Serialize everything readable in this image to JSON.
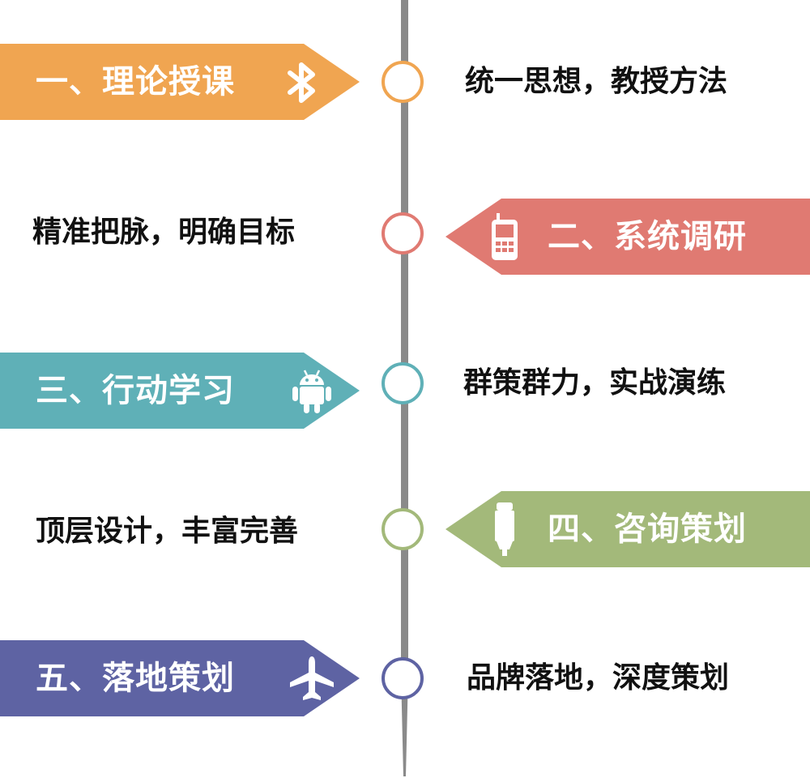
{
  "steps": [
    {
      "label": "一、理论授课",
      "caption": "统一思想，教授方法",
      "color": "#f0a551",
      "icon": "bluetooth-icon"
    },
    {
      "label": "二、系统调研",
      "caption": "精准把脉，明确目标",
      "color": "#e07a72",
      "icon": "mobile-phone-icon"
    },
    {
      "label": "三、行动学习",
      "caption": "群策群力，实战演练",
      "color": "#5fb0b7",
      "icon": "android-icon"
    },
    {
      "label": "四、咨询策划",
      "caption": "顶层设计，丰富完善",
      "color": "#a3b97a",
      "icon": "marker-pen-icon"
    },
    {
      "label": "五、落地策划",
      "caption": "品牌落地，深度策划",
      "color": "#5e63a3",
      "icon": "airplane-icon"
    }
  ]
}
